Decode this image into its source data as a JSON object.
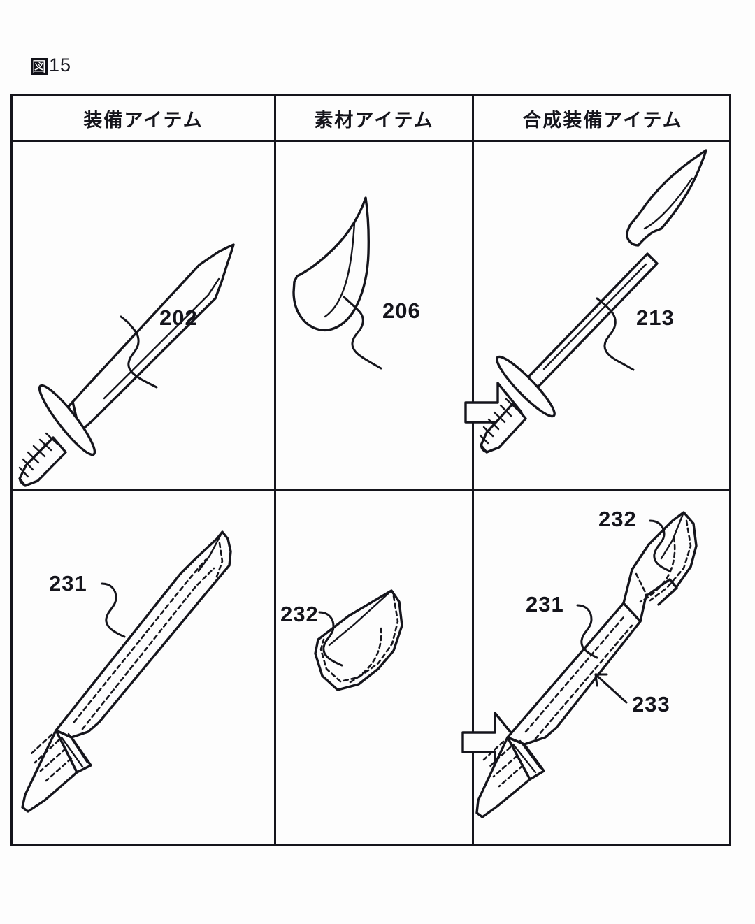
{
  "figure": {
    "label_glyph": "図",
    "label_number": "15",
    "label_full": "図15"
  },
  "table": {
    "headers": [
      {
        "id": "equipment-item",
        "label": "装備アイテム"
      },
      {
        "id": "material-item",
        "label": "素材アイテム"
      },
      {
        "id": "composite-equipment-item",
        "label": "合成装備アイテム"
      }
    ],
    "rows": [
      {
        "id": "row-1",
        "equipment": {
          "drawing": "straight-sword",
          "ref": "202"
        },
        "material": {
          "drawing": "curved-fang-blade",
          "ref": "206"
        },
        "composite": {
          "drawing": "sword-with-curved-blade",
          "refs": [
            "213"
          ]
        },
        "arrow": "right-arrow"
      },
      {
        "id": "row-2",
        "equipment": {
          "drawing": "faceted-3d-sword",
          "ref": "231"
        },
        "material": {
          "drawing": "faceted-blade-fragment",
          "ref": "232"
        },
        "composite": {
          "drawing": "faceted-sword-with-fragment",
          "refs": [
            "232",
            "231",
            "233"
          ]
        },
        "arrow": "right-arrow"
      }
    ]
  },
  "reference_numerals": {
    "r0c0": "202",
    "r0c1": "206",
    "r0c2": "213",
    "r1c0": "231",
    "r1c1": "232",
    "r1c2_top": "232",
    "r1c2_mid": "231",
    "r1c2_bottom": "233"
  },
  "colors": {
    "ink": "#15151c",
    "paper": "#fdfdfd"
  }
}
